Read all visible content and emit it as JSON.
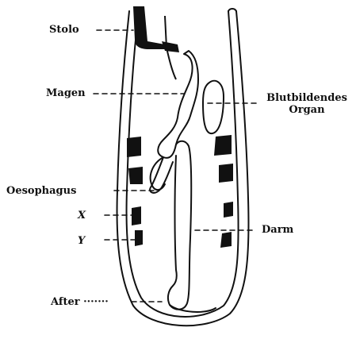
{
  "figure": {
    "labels": {
      "stolo": "Stolo",
      "magen": "Magen",
      "blutbildendes_line1": "Blutbildendes",
      "blutbildendes_line2": "Organ",
      "oesophagus": "Oesophagus",
      "x": "X",
      "y": "Y",
      "darm": "Darm",
      "after": "After ·······"
    },
    "colors": {
      "ink": "#111111",
      "paper": "#ffffff"
    }
  }
}
